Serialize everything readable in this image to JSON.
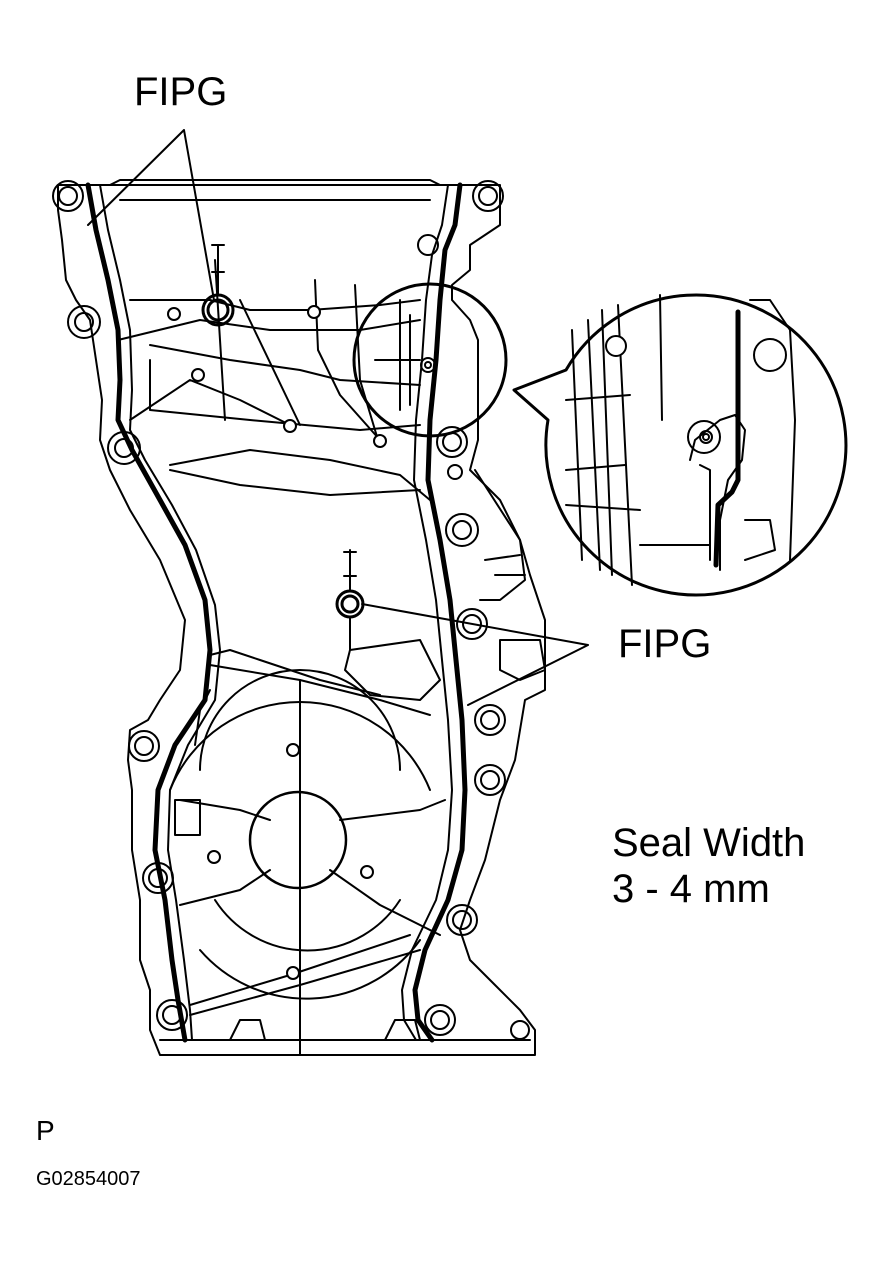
{
  "labels": {
    "fipg_top": "FIPG",
    "fipg_right": "FIPG",
    "seal_width_line1": "Seal Width",
    "seal_width_line2": "3 - 4 mm",
    "view_code": "P",
    "figure_id": "G02854007"
  },
  "colors": {
    "line": "#000000",
    "background": "#ffffff"
  }
}
